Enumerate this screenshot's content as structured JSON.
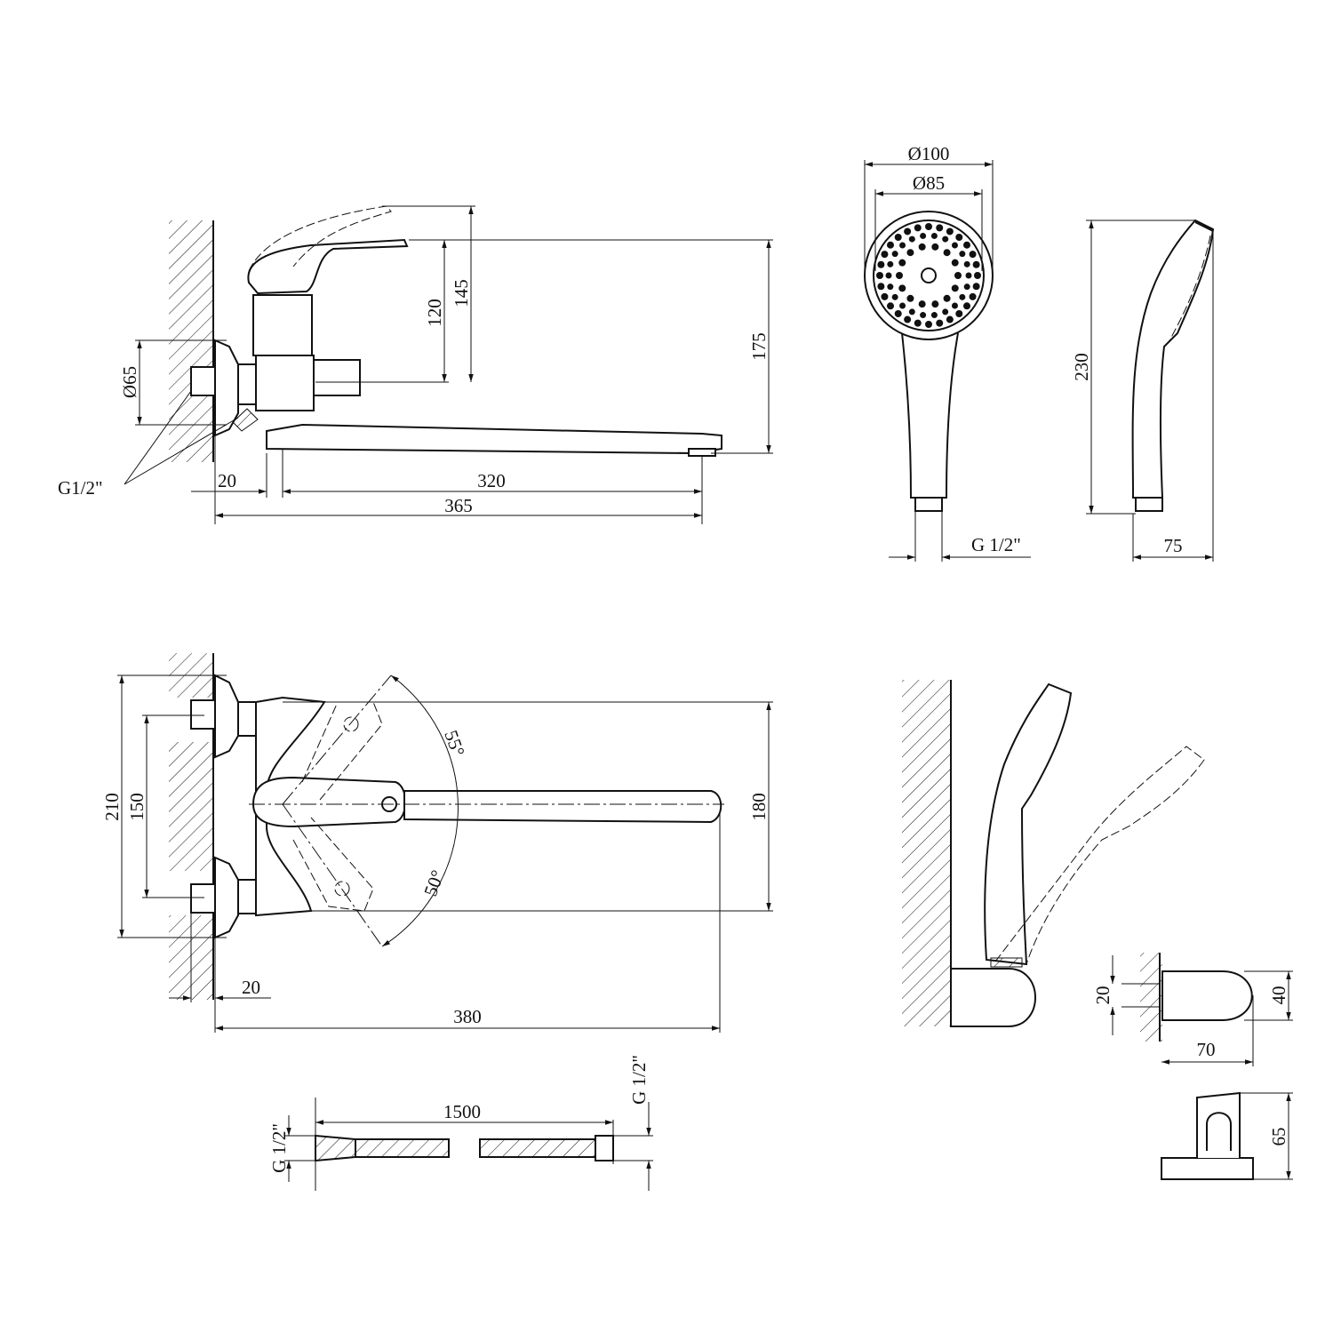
{
  "faucet_side": {
    "dim_120": "120",
    "dim_145": "145",
    "dim_175": "175",
    "dim_d65": "Ø65",
    "thread": "G1/2\"",
    "dim_20": "20",
    "dim_320": "320",
    "dim_365": "365"
  },
  "shower_head": {
    "dim_d100": "Ø100",
    "dim_d85": "Ø85",
    "thread": "G 1/2\"",
    "dim_230": "230",
    "dim_75": "75"
  },
  "faucet_top": {
    "dim_210": "210",
    "dim_150": "150",
    "dim_180": "180",
    "angle_55": "55°",
    "angle_50": "50°",
    "dim_20": "20",
    "dim_380": "380"
  },
  "hose": {
    "dim_1500": "1500",
    "thread_left": "G 1/2\"",
    "thread_right": "G 1/2\""
  },
  "holder": {
    "dim_20": "20",
    "dim_40": "40",
    "dim_70": "70",
    "dim_65": "65"
  }
}
